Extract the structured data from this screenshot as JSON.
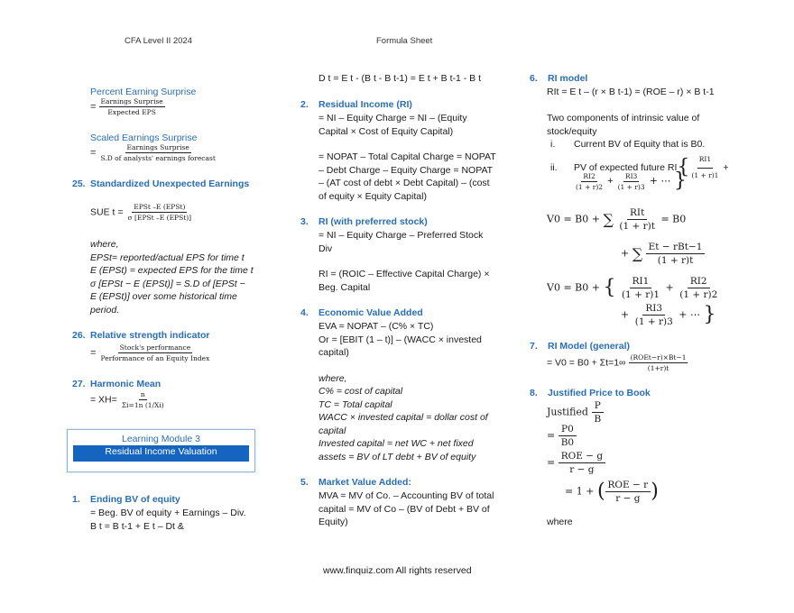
{
  "header": {
    "left": "CFA Level II 2024",
    "center": "Formula Sheet"
  },
  "footer": "www.finquiz.com All rights reserved",
  "col1": {
    "pes_title": "Percent Earning Surprise",
    "pes_eq": "=",
    "pes_num": "Earnings Surprise",
    "pes_den": "Expected EPS",
    "ses_title": "Scaled Earnings Surprise",
    "ses_eq": "=",
    "ses_num": "Earnings Surprise",
    "ses_den": "S.D of analysts' earnings forecast",
    "s25_num": "25.",
    "s25_title": "Standardized Unexpected Earnings",
    "sue_lhs": "SUE t =",
    "sue_num": "EPSt –E (EPSt)",
    "sue_den": "σ [EPSt –E (EPSt)]",
    "where": "where,",
    "w1": "EPSt= reported/actual EPS for time t",
    "w2": "E (EPSt) = expected EPS for the time t",
    "w3": "σ [EPSt − E (EPSt)] = S.D of [EPSt −",
    "w4": "E (EPSt)] over some historical time",
    "w5": "period.",
    "s26_num": "26.",
    "s26_title": "Relative strength indicator",
    "rsi_eq": "=",
    "rsi_num": "Stock's performance",
    "rsi_den": "Performance of an Equity Index",
    "s27_num": "27.",
    "s27_title": "Harmonic Mean",
    "hm_lhs": "= XH=",
    "hm_num": "n",
    "hm_den": "Σi=1n (1/Xi)",
    "lm_title": "Learning Module 3",
    "lm_sub": "Residual Income Valuation",
    "s1_num": "1.",
    "s1_title": "Ending BV of equity",
    "s1_l1": "= Beg. BV of equity + Earnings – Div.",
    "s1_l2": "B t = B t-1 + E t – Dt &"
  },
  "col2": {
    "top": "D t = E t - (B t - B t-1) = E t  + B t-1 - B t",
    "s2_num": "2.",
    "s2_title": "Residual Income (RI)",
    "s2_l1": "= NI – Equity Charge = NI – (Equity",
    "s2_l2": "Capital × Cost of Equity Capital)",
    "s2_l3": "= NOPAT – Total Capital Charge = NOPAT",
    "s2_l4": "– Debt Charge – Equity Charge = NOPAT",
    "s2_l5": "– (AT cost of debt × Debt Capital) – (cost",
    "s2_l6": "of equity × Equity Capital)",
    "s3_num": "3.",
    "s3_title": "RI (with preferred stock)",
    "s3_l1": "= NI – Equity Charge – Preferred Stock",
    "s3_l2": "Div",
    "s3_l3": "RI = (ROIC – Effective Capital Charge) ×",
    "s3_l4": "Beg. Capital",
    "s4_num": "4.",
    "s4_title": "Economic Value Added",
    "s4_l1": "EVA = NOPAT – (C% × TC)",
    "s4_l2": "Or = [EBIT (1 – t)] – (WACC × invested",
    "s4_l3": "capital)",
    "s4_w": "where,",
    "s4_w1": "C% = cost of capital",
    "s4_w2": "TC = Total capital",
    "s4_w3": "WACC × invested capital = dollar cost of",
    "s4_w4": "capital",
    "s4_w5": "Invested capital = net WC + net fixed",
    "s4_w6": "assets = BV of LT debt + BV of equity",
    "s5_num": "5.",
    "s5_title": "Market Value Added:",
    "s5_l1": "MVA = MV of Co. – Accounting BV of total",
    "s5_l2": "capital = MV of Co – (BV of Debt + BV of",
    "s5_l3": "Equity)"
  },
  "col3": {
    "s6_num": "6.",
    "s6_title": "RI model",
    "s6_l1": "RIt = E t – (r × B t-1) = (ROE – r) × B t-1",
    "s6_l2": "Two components of intrinsic value of",
    "s6_l3": "stock/equity",
    "s6_i_num": "i.",
    "s6_i": "Current BV of Equity that is B0.",
    "s6_ii_num": "ii.",
    "s6_ii": "PV of expected future RI",
    "f1_lhs": "V0 = B0 +",
    "f1_frac_num": "RIt",
    "f1_frac_den": "(1 + r)t",
    "f1_rhs": "= B0",
    "f2_frac_num": "Et − rBt−1",
    "f2_frac_den": "(1 + r)t",
    "f3_lhs": "V0 = B0 +",
    "f3_t1n": "RI1",
    "f3_t1d": "(1 + r)1",
    "f3_t2n": "RI2",
    "f3_t2d": "(1 + r)2",
    "f3_t3n": "RI3",
    "f3_t3d": "(1 + r)3",
    "s7_num": "7.",
    "s7_title": "RI Model (general)",
    "s7_lhs": "= V0 = B0 + Σt=1∞",
    "s7_num_f": "(ROEt−r)×Bt−1",
    "s7_den_f": "(1+r)t",
    "s8_num": "8.",
    "s8_title": "Justified Price to Book",
    "s8_j": "Justified",
    "s8_jn": "P",
    "s8_jd": "B",
    "s8_eq1n": "P0",
    "s8_eq1d": "B0",
    "s8_eq2n": "ROE − g",
    "s8_eq2d": "r − g",
    "s8_eq3_pre": "= 1 +",
    "s8_eq3n": "ROE − r",
    "s8_eq3d": "r − g",
    "where": "where"
  }
}
